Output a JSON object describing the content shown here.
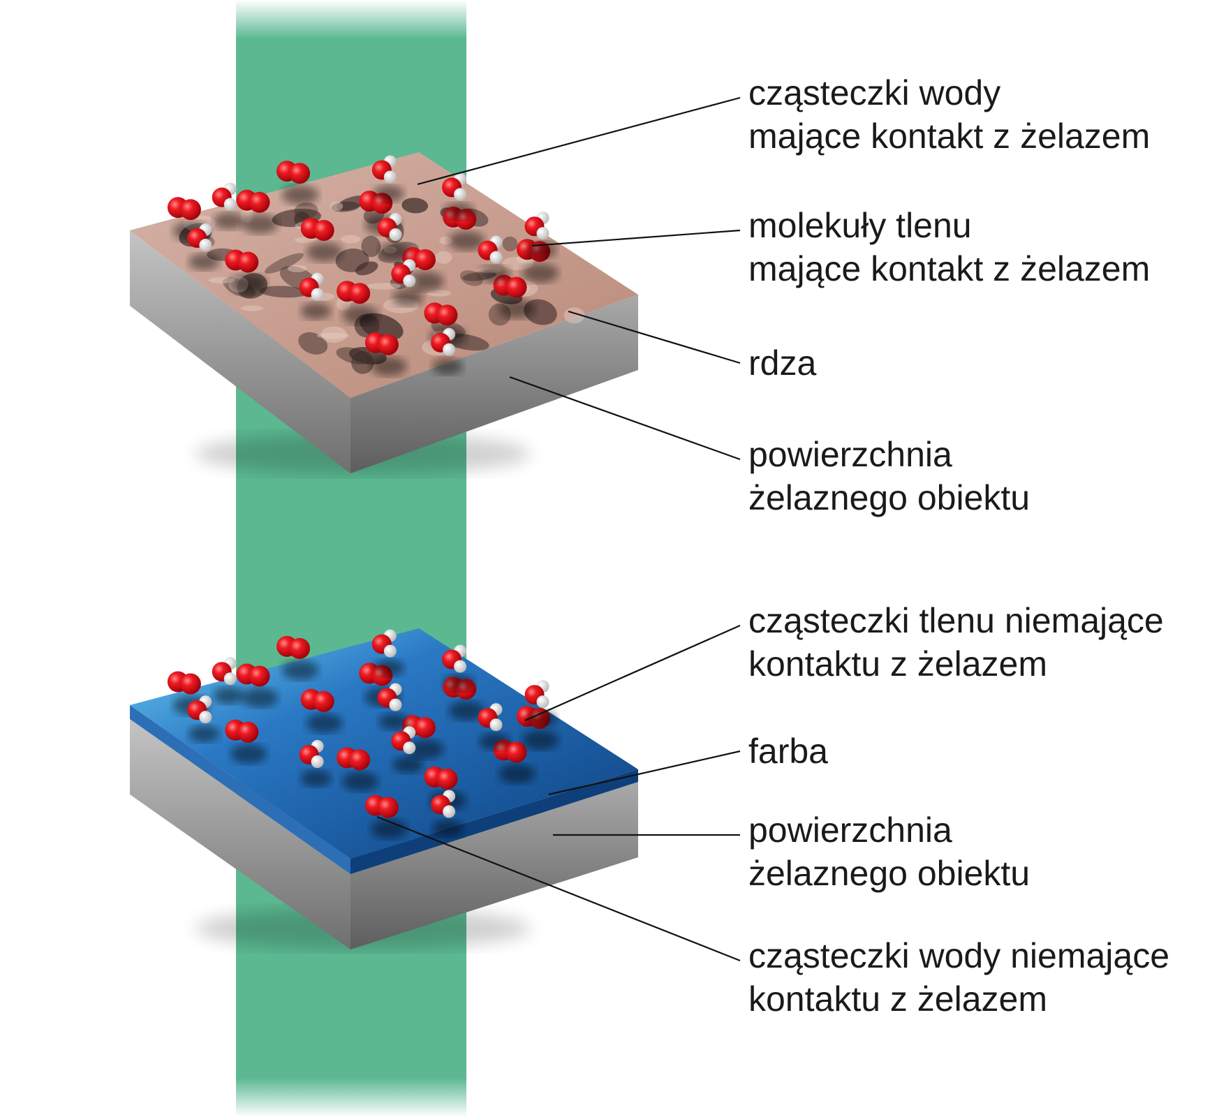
{
  "labels": {
    "water_contact": [
      "cząsteczki wody",
      "mające kontakt z żelazem"
    ],
    "oxygen_contact": [
      "molekuły tlenu",
      "mające kontakt z żelazem"
    ],
    "rust": [
      "rdza"
    ],
    "iron_surface_top": [
      "powierzchnia",
      "żelaznego obiektu"
    ],
    "oxygen_no_contact": [
      "cząsteczki tlenu niemające",
      "kontaktu z żelazem"
    ],
    "paint": [
      "farba"
    ],
    "iron_surface_bottom": [
      "powierzchnia",
      "żelaznego obiektu"
    ],
    "water_no_contact": [
      "cząsteczki wody niemające",
      "kontaktu z żelazem"
    ]
  },
  "colors": {
    "band": "#5bb891",
    "iron_top": "#b0b0b0",
    "iron_side": "#8a8a8a",
    "rust": "#c9a196",
    "rust_dark": "#3a2a28",
    "paint": "#1d5fa8",
    "paint_dark": "#0e3f7a",
    "oxygen_atom": "#e0101a",
    "hydrogen_atom": "#f2f2f2"
  },
  "molecules": {
    "top_slab": {
      "oxygen": [
        [
          0.15,
          0.05
        ],
        [
          0.35,
          0.1
        ],
        [
          0.55,
          0.02
        ],
        [
          0.12,
          0.35
        ],
        [
          0.42,
          0.3
        ],
        [
          0.66,
          0.25
        ],
        [
          0.3,
          0.62
        ],
        [
          0.58,
          0.55
        ],
        [
          0.82,
          0.42
        ],
        [
          0.45,
          0.82
        ],
        [
          0.72,
          0.78
        ],
        [
          0.9,
          0.65
        ],
        [
          0.2,
          0.88
        ]
      ],
      "water": [
        [
          0.28,
          0.05
        ],
        [
          0.78,
          0.12
        ],
        [
          0.08,
          0.2
        ],
        [
          0.6,
          0.38
        ],
        [
          0.9,
          0.28
        ],
        [
          0.2,
          0.55
        ],
        [
          0.48,
          0.6
        ],
        [
          0.78,
          0.6
        ],
        [
          0.35,
          0.95
        ],
        [
          0.98,
          0.55
        ]
      ]
    },
    "bottom_slab": {
      "oxygen": [
        [
          0.15,
          0.05
        ],
        [
          0.35,
          0.1
        ],
        [
          0.55,
          0.02
        ],
        [
          0.12,
          0.35
        ],
        [
          0.42,
          0.3
        ],
        [
          0.66,
          0.25
        ],
        [
          0.3,
          0.62
        ],
        [
          0.58,
          0.55
        ],
        [
          0.82,
          0.42
        ],
        [
          0.45,
          0.82
        ],
        [
          0.72,
          0.78
        ],
        [
          0.9,
          0.65
        ],
        [
          0.2,
          0.88
        ]
      ],
      "water": [
        [
          0.28,
          0.05
        ],
        [
          0.78,
          0.12
        ],
        [
          0.08,
          0.2
        ],
        [
          0.6,
          0.38
        ],
        [
          0.9,
          0.28
        ],
        [
          0.2,
          0.55
        ],
        [
          0.48,
          0.6
        ],
        [
          0.78,
          0.6
        ],
        [
          0.35,
          0.95
        ],
        [
          0.98,
          0.55
        ]
      ]
    }
  }
}
